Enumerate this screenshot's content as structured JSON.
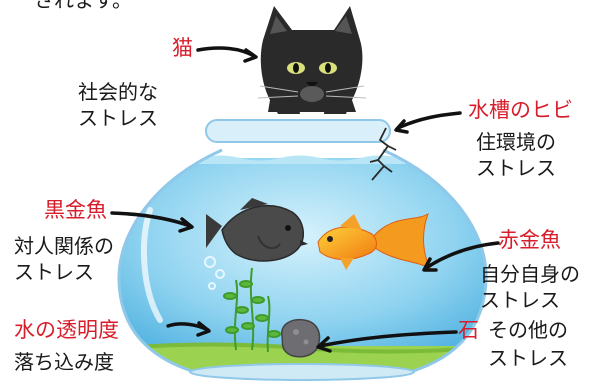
{
  "top_text": "されます。",
  "labels": {
    "cat": {
      "name": "猫",
      "desc": [
        "社会的な",
        "ストレス"
      ]
    },
    "crack": {
      "name": "水槽のヒビ",
      "desc": [
        "住環境の",
        "ストレス"
      ]
    },
    "black_fish": {
      "name": "黒金魚",
      "desc": [
        "対人関係の",
        "ストレス"
      ]
    },
    "red_fish": {
      "name": "赤金魚",
      "desc": [
        "自分自身の",
        "ストレス"
      ]
    },
    "water": {
      "name": "水の透明度",
      "desc": [
        "落ち込み度"
      ]
    },
    "stone": {
      "name": "石",
      "desc": [
        "その他の",
        "ストレス"
      ]
    }
  },
  "colors": {
    "label_red": "#d81e2b",
    "text": "#1a1a1a",
    "water": "#8fd3f0",
    "gravel": "#9bd24f"
  }
}
